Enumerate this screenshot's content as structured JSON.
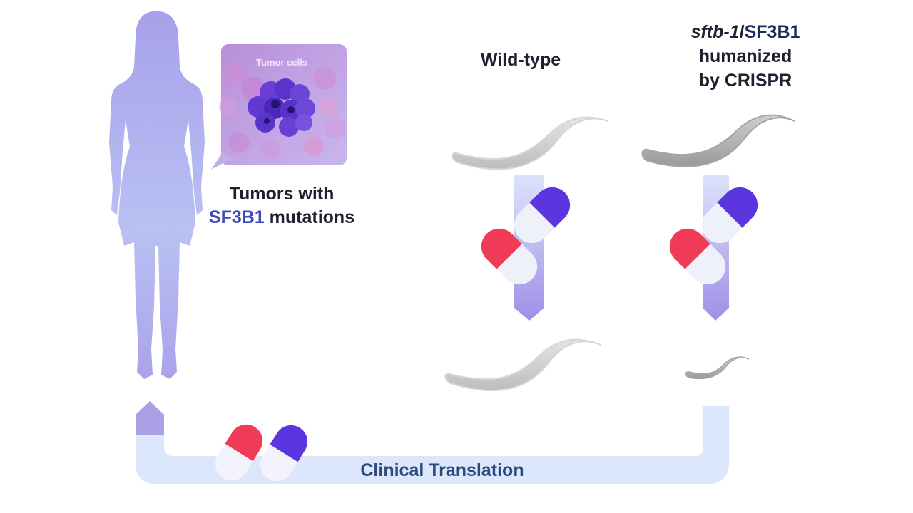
{
  "tumor_panel": {
    "caption": "Tumor cells"
  },
  "tumors_label": {
    "line1": "Tumors with",
    "line2_highlight": "SF3B1",
    "line2_rest": " mutations"
  },
  "wildtype_label": {
    "text": "Wild-type"
  },
  "humanized_label": {
    "gene_italic": "sftb-1",
    "slash": "/",
    "gene_human": "SF3B1",
    "line2": "humanized",
    "line3": "by CRISPR"
  },
  "footer": {
    "clinical_translation": "Clinical Translation"
  },
  "colors": {
    "silhouette": "#a9a3ea",
    "arrow": "#c6c8f3",
    "loop": "#dbe6fb",
    "pill_red": "#ef3b55",
    "pill_blue": "#5b36e0",
    "worm": "#c8c8c8",
    "cell_dark": "#5a2fcf"
  }
}
